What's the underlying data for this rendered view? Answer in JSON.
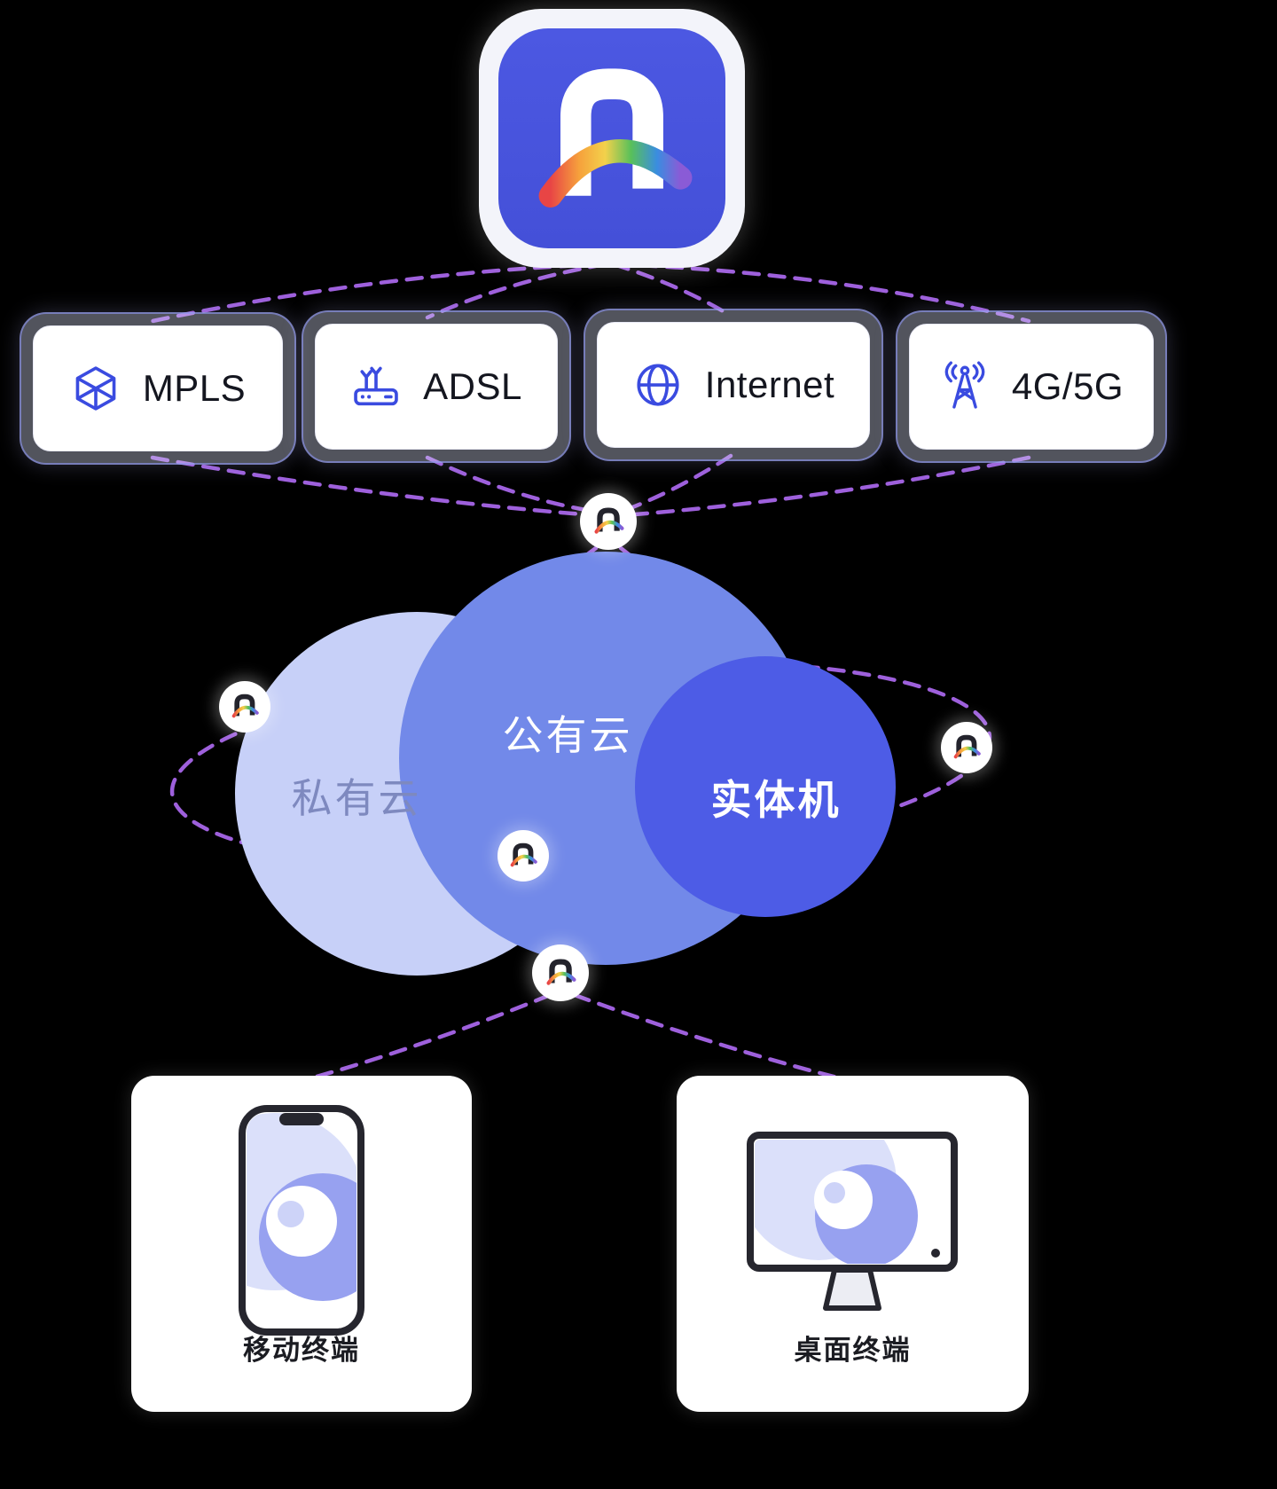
{
  "diagram": {
    "networks": [
      {
        "label": "MPLS",
        "icon": "cube-icon"
      },
      {
        "label": "ADSL",
        "icon": "modem-icon"
      },
      {
        "label": "Internet",
        "icon": "globe-icon"
      },
      {
        "label": "4G/5G",
        "icon": "antenna-icon"
      }
    ],
    "cloud": {
      "private_label": "私有云",
      "public_label": "公有云",
      "physical_label": "实体机"
    },
    "terminals": {
      "mobile_label": "移动终端",
      "desktop_label": "桌面终端"
    },
    "colors": {
      "accent_purple": "#a765e8",
      "brand_blue": "#4a55de",
      "icon_blue": "#3a4be0",
      "cloud_private": "#c7d0f8",
      "cloud_public": "#7289e9",
      "cloud_physical": "#4d5ce6"
    }
  }
}
